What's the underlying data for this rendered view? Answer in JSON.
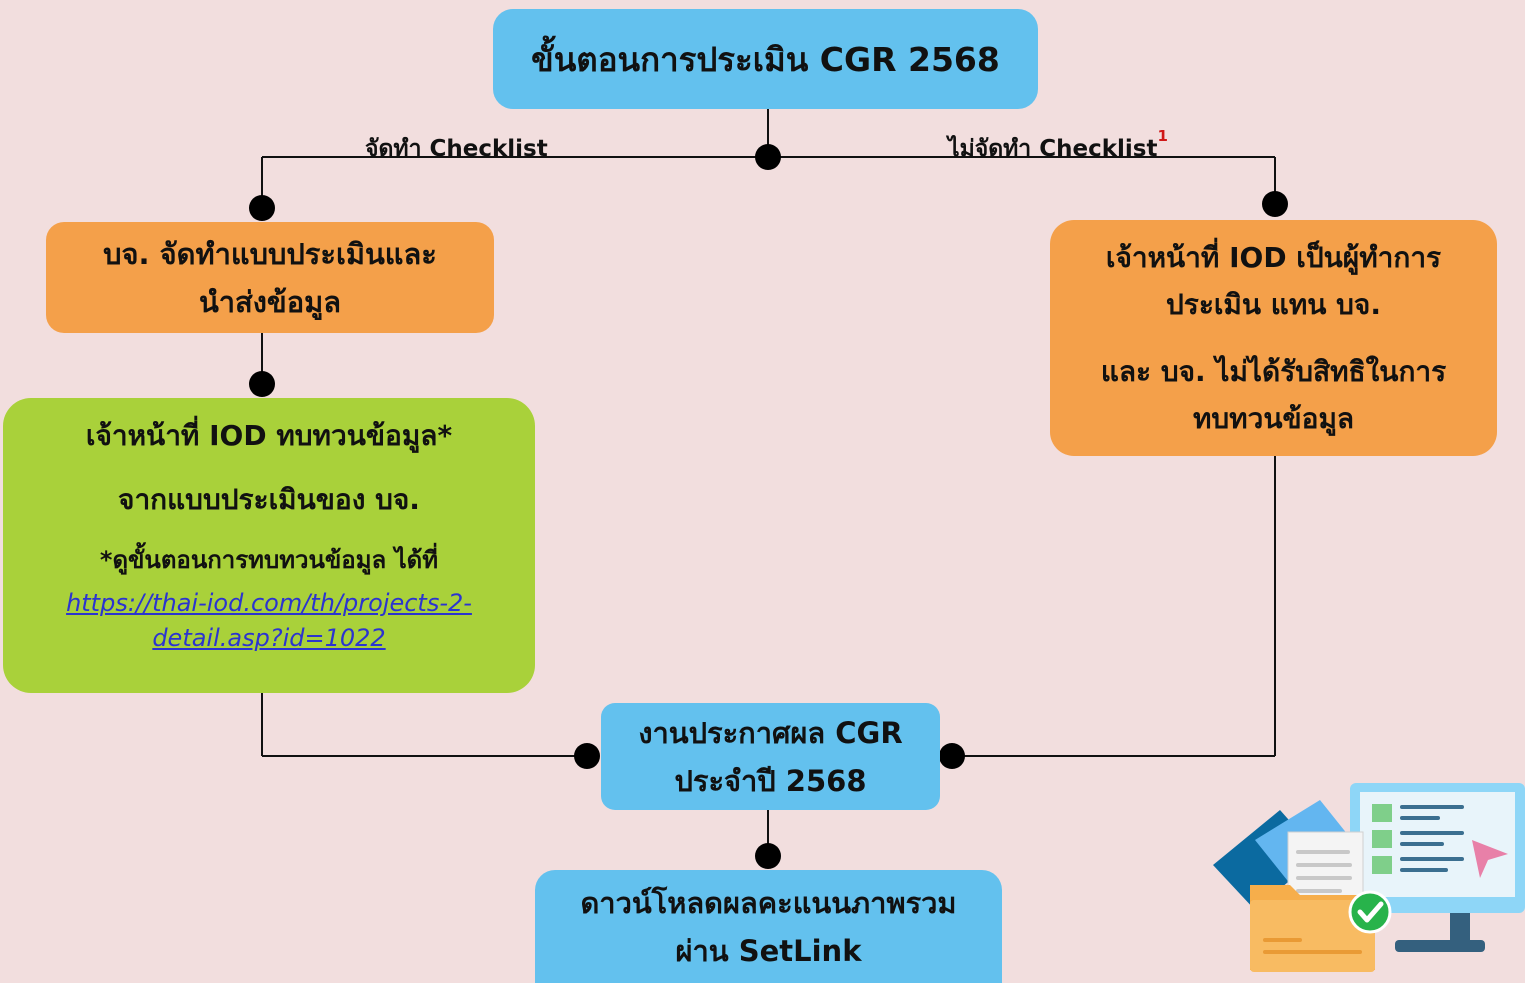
{
  "title": "ขั้นตอนการประเมิน CGR 2568",
  "branches": {
    "left_label": "จัดทำ Checklist",
    "right_label": "ไม่จัดทำ Checklist",
    "right_footnote": "1"
  },
  "left_step": {
    "lines": [
      "บจ. จัดทำแบบประเมินและ",
      "นำส่งข้อมูล"
    ]
  },
  "review_step": {
    "line1": "เจ้าหน้าที่ IOD ทบทวนข้อมูล*",
    "line2": "จากแบบประเมินของ บจ.",
    "note": "*ดูขั้นตอนการทบทวนข้อมูล ได้ที่",
    "link_line1": "https://thai-iod.com/th/projects-2-",
    "link_line2": "detail.asp?id=1022"
  },
  "right_step": {
    "line1": "เจ้าหน้าที่ IOD เป็นผู้ทำการ",
    "line2": "ประเมิน แทน บจ.",
    "line3": "และ บจ. ไม่ได้รับสิทธิในการ",
    "line4": "ทบทวนข้อมูล"
  },
  "announce": {
    "line1": "งานประกาศผล CGR",
    "line2": "ประจำปี 2568"
  },
  "download": {
    "line1": "ดาวน์โหลดผลคะแนนภาพรวม",
    "line2": "ผ่าน SetLink"
  },
  "colors": {
    "background": "#f2dede",
    "blue_box": "#63c1ee",
    "orange_box": "#f4a04a",
    "green_box": "#a9d13a",
    "link": "#2b34d0",
    "footnote": "#d01818"
  },
  "icons": [
    "computer-documents-illustration"
  ]
}
